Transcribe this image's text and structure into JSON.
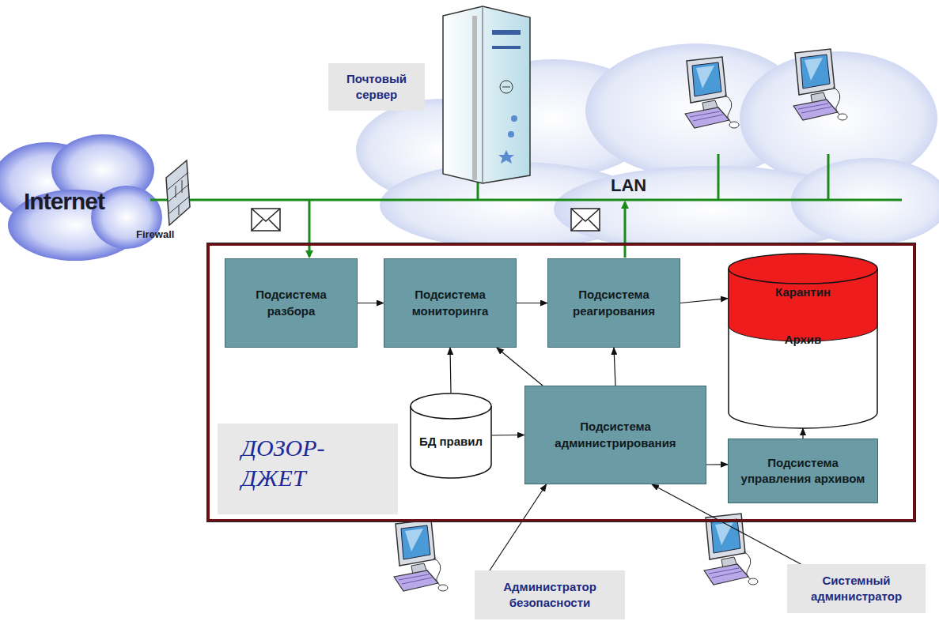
{
  "diagram": {
    "nodes": [
      {
        "text": [
          "Почтовый сервер"
        ]
      },
      {
        "text": [
          "ДОЗОР- ДЖЕТ"
        ]
      },
      {
        "text": [
          "Подсистема разбора"
        ],
        "in": 1
      },
      {
        "text": [
          "Подсистема мониторинга"
        ],
        "in": 1
      },
      {
        "text": [
          "Подсистема реагирования"
        ],
        "in": 1
      },
      {
        "text": [
          "Карантин",
          "Архив"
        ],
        "in": 1
      },
      {
        "text": [
          "БД правил"
        ],
        "in": 1
      },
      {
        "text": [
          "Подсистема администрирования"
        ],
        "in": 1
      },
      {
        "text": [
          "Подсистема управления архивом"
        ],
        "in": 1
      },
      {
        "text": [
          "Администратор безопасности"
        ]
      },
      {
        "text": [
          "Системный администратор"
        ]
      }
    ],
    "edges": [
      {
        "from": 2,
        "to": 3,
        "arrow": "to"
      },
      {
        "from": 3,
        "to": 4,
        "arrow": "to"
      },
      {
        "from": 4,
        "to": 5,
        "arrow": "to"
      },
      {
        "from": 6,
        "to": 3,
        "arrow": "to"
      },
      {
        "from": 6,
        "to": 7,
        "arrow": "to"
      },
      {
        "from": 7,
        "to": 3,
        "arrow": "to"
      },
      {
        "from": 7,
        "to": 4,
        "arrow": "to"
      },
      {
        "from": 7,
        "to": 8,
        "arrow": "to"
      },
      {
        "from": 8,
        "to": 5,
        "arrow": "to"
      },
      {
        "from": 9,
        "to": 7,
        "arrow": "to"
      },
      {
        "from": 10,
        "to": 7,
        "arrow": "to"
      }
    ],
    "labels": [
      "Internet",
      "Firewall",
      "LAN"
    ]
  }
}
